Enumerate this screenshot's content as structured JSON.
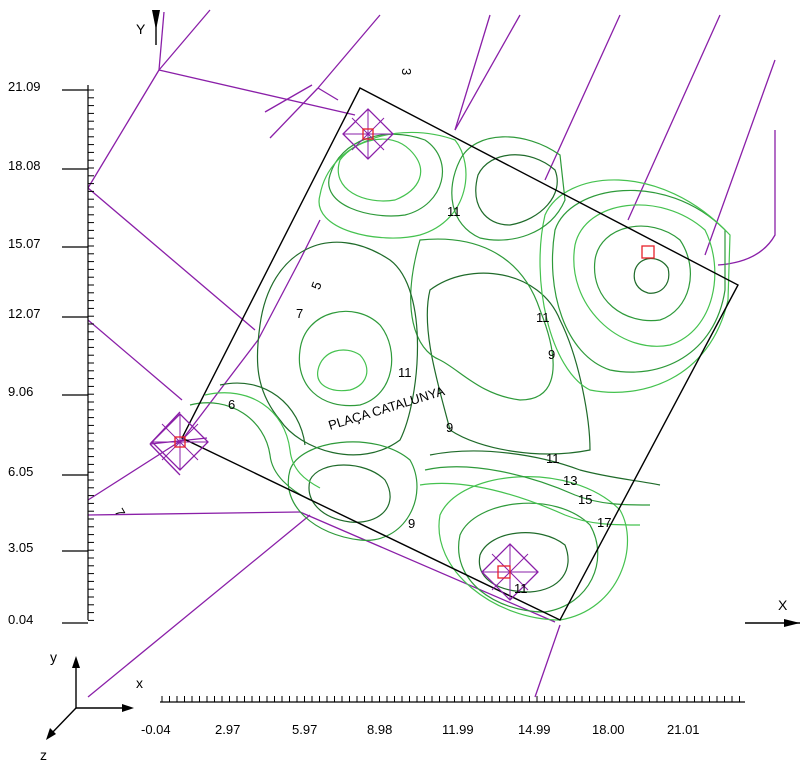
{
  "axes": {
    "x_title": "X",
    "y_title": "Y",
    "x_tick_labels": [
      "-0.04",
      "2.97",
      "5.97",
      "8.98",
      "11.99",
      "14.99",
      "18.00",
      "21.01"
    ],
    "y_tick_labels": [
      "21.09",
      "18.08",
      "15.07",
      "12.07",
      "9.06",
      "6.05",
      "3.05",
      "0.04"
    ]
  },
  "triad": {
    "y": "y",
    "x": "x",
    "z": "z"
  },
  "site": {
    "name": "PLAÇA CATALUNYA"
  },
  "contour_labels": [
    "11",
    "7",
    "5",
    "11",
    "9",
    "11",
    "9",
    "11",
    "13",
    "15",
    "17",
    "9",
    "11",
    "6",
    "3",
    "7"
  ],
  "colors": {
    "outline": "#8a1fa8",
    "boundary": "#000000",
    "contour_dark": "#1f6b2a",
    "contour_mid": "#2e9a3a",
    "contour_light": "#45c24f",
    "marker": "#e8202a"
  }
}
